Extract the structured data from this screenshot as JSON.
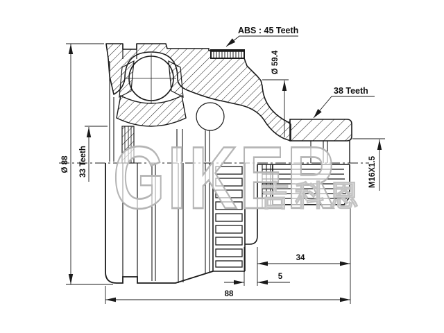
{
  "drawing": {
    "type": "technical-drawing",
    "subject": "CV joint half-section",
    "part_labels": {
      "abs_ring": "ABS : 45 Teeth",
      "outer_spline": "38 Teeth",
      "inner_spline": "33 Teeth",
      "thread": "M16X1.5"
    },
    "dimensions": {
      "outer_diameter": "Ø 88",
      "abs_ring_diameter": "Ø 59.4",
      "shaft_length": "34",
      "groove_width": "5",
      "body_length": "88"
    },
    "watermark": {
      "brand": "GIKER",
      "brand_cjk": "吉科恩"
    },
    "colors": {
      "line": "#1a1a1a",
      "background": "#ffffff",
      "watermark": "#bdbdbd"
    }
  }
}
